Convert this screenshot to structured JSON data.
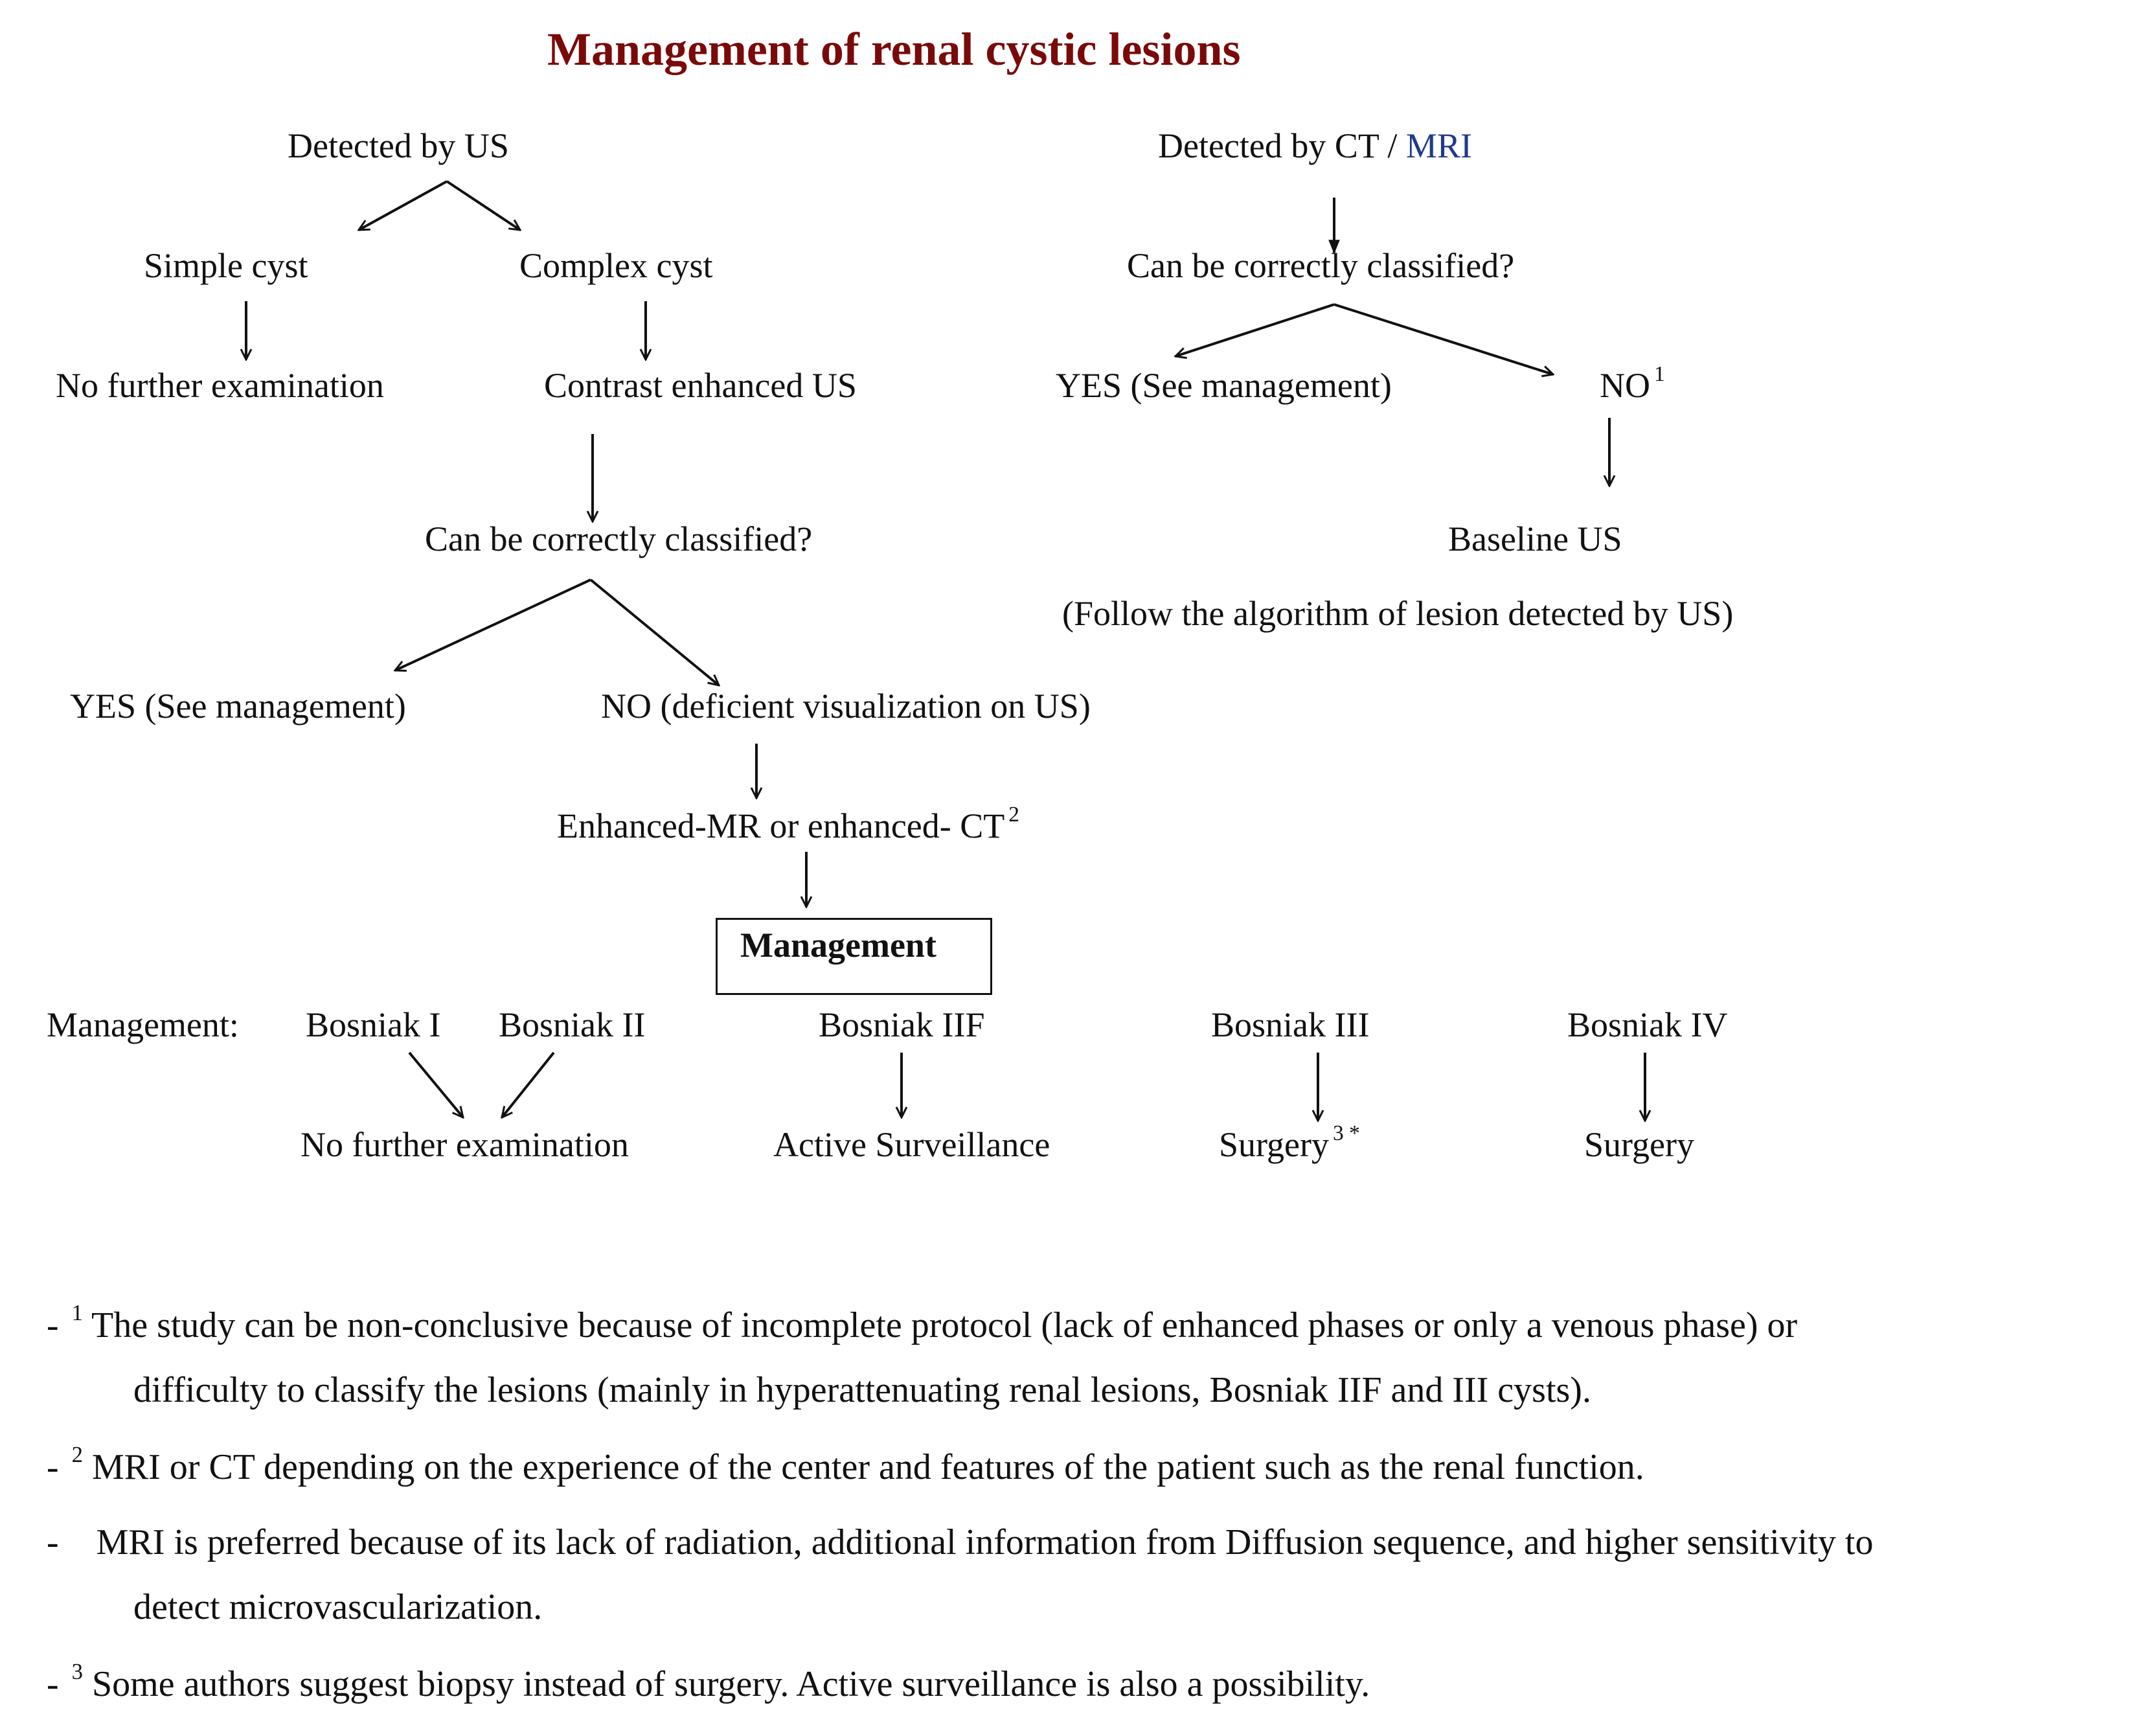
{
  "title": "Management of renal cystic lesions",
  "left_branch": {
    "start": "Detected by US",
    "simple": "Simple cyst",
    "complex": "Complex cyst",
    "no_further": "No further examination",
    "ceus": "Contrast enhanced US",
    "classified": "Can be correctly classified?",
    "yes": "YES (See management)",
    "no": "NO (deficient visualization on US)",
    "enhanced": "Enhanced-MR or enhanced- CT",
    "enhanced_sup": "2",
    "management_box": "Management"
  },
  "right_branch": {
    "start_prefix": "Detected by CT /",
    "start_mri": "MRI",
    "classified": "Can be correctly classified?",
    "yes": "YES (See management)",
    "no": "NO",
    "no_sup": "1",
    "baseline": "Baseline US",
    "follow": "(Follow the algorithm of lesion detected by US)"
  },
  "management_row": {
    "label": "Management:",
    "b1": "Bosniak I",
    "b2": "Bosniak II",
    "b2f": "Bosniak IIF",
    "b3": "Bosniak III",
    "b4": "Bosniak IV",
    "no_further": "No further examination",
    "active": "Active Surveillance",
    "surgery3": "Surgery",
    "surgery3_sup": "3 *",
    "surgery4": "Surgery"
  },
  "notes": [
    {
      "prefix": "- ",
      "sup": "1",
      "text": "The study can be non-conclusive because of incomplete protocol (lack of enhanced phases or only a venous phase) or"
    },
    {
      "prefix": "",
      "sup": "",
      "text": "difficulty to classify the lesions (mainly in hyperattenuating renal lesions, Bosniak IIF and III cysts)."
    },
    {
      "prefix": "- ",
      "sup": "2",
      "text": "MRI or CT depending on the experience of the center and features of the patient such as the renal function."
    },
    {
      "prefix": "-",
      "sup": "",
      "text": "MRI is preferred because of its lack of radiation, additional information from Diffusion sequence, and higher sensitivity to"
    },
    {
      "prefix": "",
      "sup": "",
      "text": "detect microvascularization."
    },
    {
      "prefix": "- ",
      "sup": "3",
      "text": "Some authors suggest biopsy instead of surgery. Active surveillance is also a possibility."
    }
  ],
  "colors": {
    "title": "#7a0a0a",
    "mri": "#1f3a8c",
    "text": "#111111"
  }
}
